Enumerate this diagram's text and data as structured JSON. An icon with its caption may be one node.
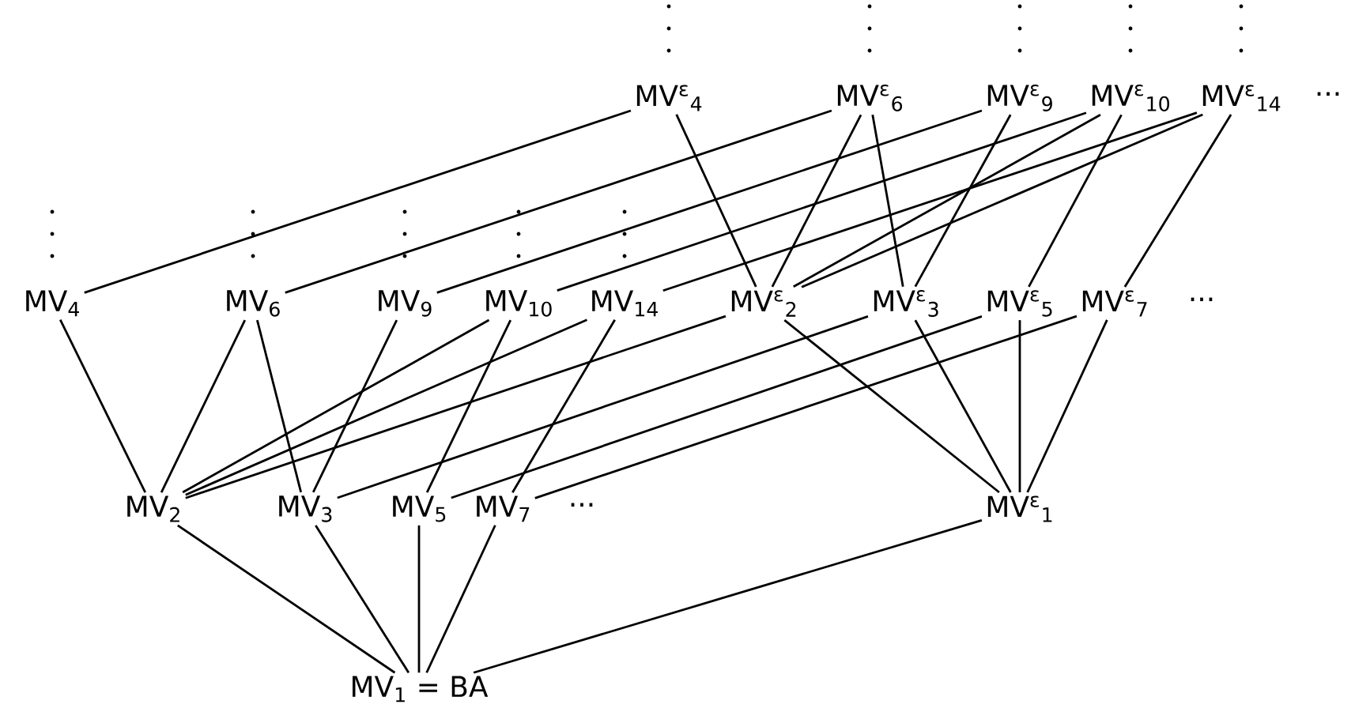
{
  "diagram": {
    "nodes": [
      {
        "text": [
          "MV$_{1}$ = BA"
        ]
      },
      {
        "text": [
          "MV$_{2}$"
        ]
      },
      {
        "text": [
          "MV$_{3}$"
        ]
      },
      {
        "text": [
          "MV$_{5}$"
        ]
      },
      {
        "text": [
          "MV$_{7}$"
        ]
      },
      {
        "text": [
          "MV$^{ε}$$_{1}$"
        ]
      },
      {
        "text": [
          "MV$_{4}$"
        ]
      },
      {
        "text": [
          "MV$_{6}$"
        ]
      },
      {
        "text": [
          "MV$_{9}$"
        ]
      },
      {
        "text": [
          "MV$_{10}$"
        ]
      },
      {
        "text": [
          "MV$_{14}$"
        ]
      },
      {
        "text": [
          "MV$^{ε}$$_{2}$"
        ]
      },
      {
        "text": [
          "MV$^{ε}$$_{3}$"
        ]
      },
      {
        "text": [
          "MV$^{ε}$$_{5}$"
        ]
      },
      {
        "text": [
          "MV$^{ε}$$_{7}$"
        ]
      },
      {
        "text": [
          "MV$^{ε}$$_{4}$"
        ]
      },
      {
        "text": [
          "MV$^{ε}$$_{6}$"
        ]
      },
      {
        "text": [
          "MV$^{ε}$$_{9}$"
        ]
      },
      {
        "text": [
          "MV$^{ε}$$_{10}$"
        ]
      },
      {
        "text": [
          "MV$^{ε}$$_{14}$"
        ]
      }
    ],
    "edges": [
      {
        "from": 0,
        "to": 1,
        "arrow": "none"
      },
      {
        "from": 0,
        "to": 2,
        "arrow": "none"
      },
      {
        "from": 0,
        "to": 3,
        "arrow": "none"
      },
      {
        "from": 0,
        "to": 4,
        "arrow": "none"
      },
      {
        "from": 0,
        "to": 5,
        "arrow": "none"
      },
      {
        "from": 1,
        "to": 6,
        "arrow": "none"
      },
      {
        "from": 1,
        "to": 7,
        "arrow": "none"
      },
      {
        "from": 2,
        "to": 7,
        "arrow": "none"
      },
      {
        "from": 2,
        "to": 8,
        "arrow": "none"
      },
      {
        "from": 1,
        "to": 9,
        "arrow": "none"
      },
      {
        "from": 3,
        "to": 9,
        "arrow": "none"
      },
      {
        "from": 1,
        "to": 10,
        "arrow": "none"
      },
      {
        "from": 4,
        "to": 10,
        "arrow": "none"
      },
      {
        "from": 1,
        "to": 11,
        "arrow": "none"
      },
      {
        "from": 2,
        "to": 12,
        "arrow": "none"
      },
      {
        "from": 3,
        "to": 13,
        "arrow": "none"
      },
      {
        "from": 4,
        "to": 14,
        "arrow": "none"
      },
      {
        "from": 5,
        "to": 11,
        "arrow": "none"
      },
      {
        "from": 5,
        "to": 12,
        "arrow": "none"
      },
      {
        "from": 5,
        "to": 13,
        "arrow": "none"
      },
      {
        "from": 5,
        "to": 14,
        "arrow": "none"
      },
      {
        "from": 6,
        "to": 15,
        "arrow": "none"
      },
      {
        "from": 7,
        "to": 16,
        "arrow": "none"
      },
      {
        "from": 8,
        "to": 17,
        "arrow": "none"
      },
      {
        "from": 9,
        "to": 18,
        "arrow": "none"
      },
      {
        "from": 10,
        "to": 19,
        "arrow": "none"
      },
      {
        "from": 11,
        "to": 15,
        "arrow": "none"
      },
      {
        "from": 11,
        "to": 16,
        "arrow": "none"
      },
      {
        "from": 12,
        "to": 16,
        "arrow": "none"
      },
      {
        "from": 12,
        "to": 17,
        "arrow": "none"
      },
      {
        "from": 11,
        "to": 18,
        "arrow": "none"
      },
      {
        "from": 13,
        "to": 18,
        "arrow": "none"
      },
      {
        "from": 11,
        "to": 19,
        "arrow": "none"
      },
      {
        "from": 14,
        "to": 19,
        "arrow": "none"
      }
    ],
    "labels": [
      "···",
      "···",
      "···"
    ]
  }
}
